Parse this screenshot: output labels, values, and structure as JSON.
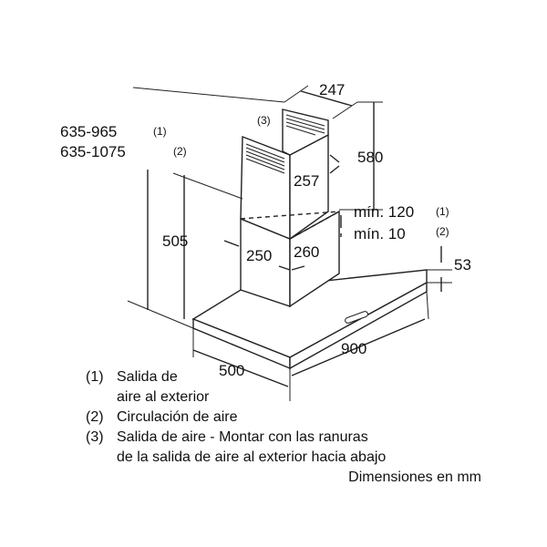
{
  "dimensions": {
    "width_top": "247",
    "chimney_height": "580",
    "chimney_top_depth": "257",
    "height_range_1": "635-965",
    "height_range_1_ref": "(1)",
    "height_range_2": "635-1075",
    "height_range_2_ref": "(2)",
    "height_lower": "505",
    "chimney_width_lower": "250",
    "chimney_depth_lower": "260",
    "min_gap_1": "mín. 120",
    "min_gap_1_ref": "(1)",
    "min_gap_2": "mín. 10",
    "min_gap_2_ref": "(2)",
    "canopy_thickness": "53",
    "canopy_width": "900",
    "canopy_depth": "500",
    "callout_3": "(3)"
  },
  "legend": [
    {
      "num": "(1)",
      "text": "Salida de"
    },
    {
      "num": "",
      "text": "aire al exterior"
    },
    {
      "num": "(2)",
      "text": "Circulación de aire"
    },
    {
      "num": "(3)",
      "text": "Salida de aire - Montar con las ranuras"
    },
    {
      "num": "",
      "text": "de la salida de aire al exterior hacia abajo"
    }
  ],
  "units_note": "Dimensiones en mm",
  "colors": {
    "ink": "#111111",
    "background": "#ffffff"
  }
}
